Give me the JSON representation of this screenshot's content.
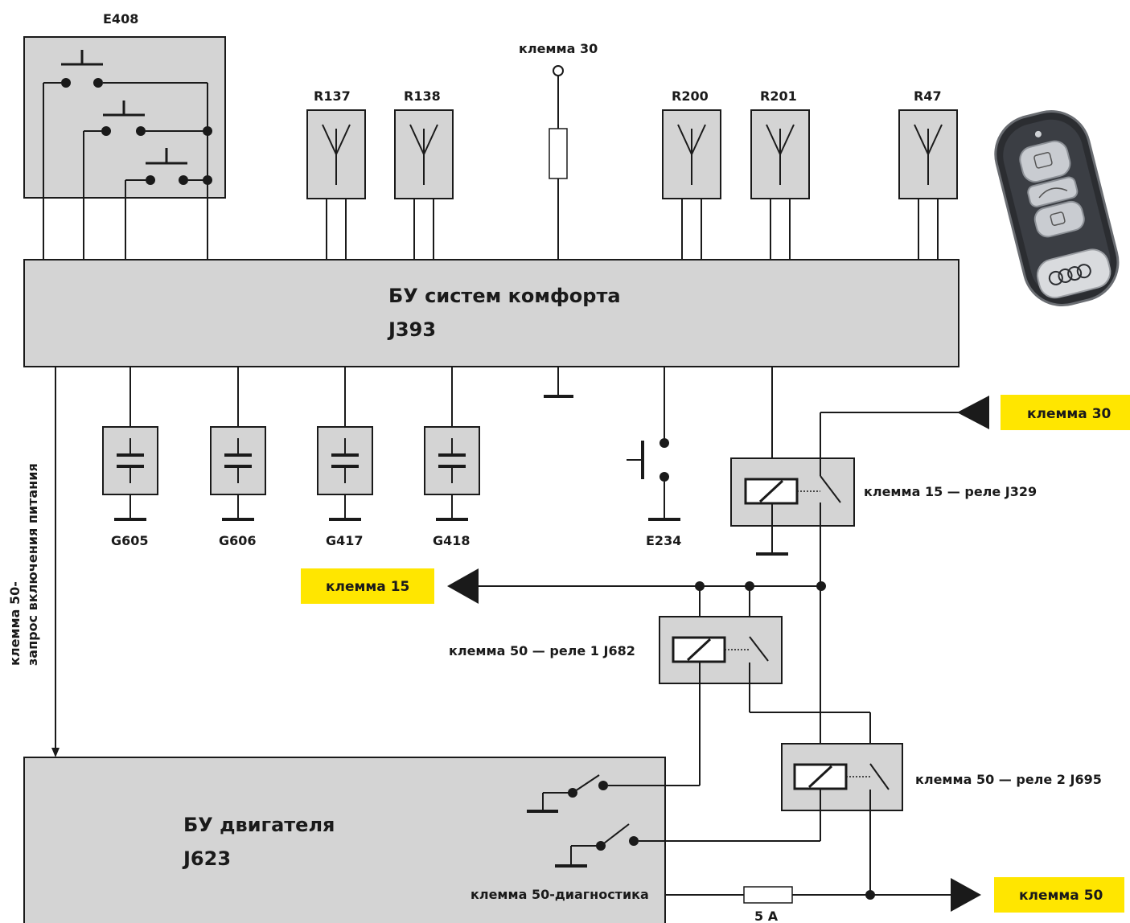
{
  "components": {
    "e408": "E408",
    "r137": "R137",
    "r138": "R138",
    "r200": "R200",
    "r201": "R201",
    "r47": "R47",
    "g605": "G605",
    "g606": "G606",
    "g417": "G417",
    "g418": "G418",
    "e234": "E234"
  },
  "comfort_unit": {
    "title": "БУ систем комфорта",
    "code": "J393"
  },
  "engine_unit": {
    "title": "БУ двигателя",
    "code": "J623"
  },
  "labels": {
    "terminal30_top": "клемма 30",
    "relay_j329": "клемма 15 — реле J329",
    "relay_j682": "клемма 50 — реле 1 J682",
    "relay_j695": "клемма 50 — реле 2 J695",
    "diagnostics": "клемма 50-диагностика",
    "fuse": "5 A",
    "vertical_line1": "клемма 50-",
    "vertical_line2": "запрос включения питания"
  },
  "tags": {
    "terminal30": "клемма 30",
    "terminal15": "клемма 15",
    "terminal50": "клемма 50"
  },
  "colors": {
    "box_fill": "#d4d4d4",
    "tag_fill": "#ffe600",
    "line": "#1a1a1a"
  }
}
